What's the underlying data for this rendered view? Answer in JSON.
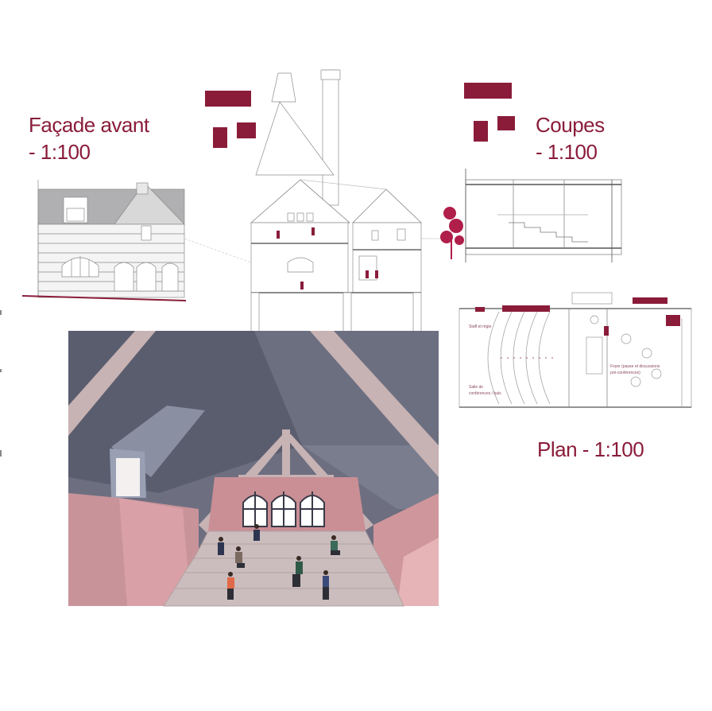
{
  "labels": {
    "facade": [
      "Façade avant",
      "- 1:100"
    ],
    "coupes": [
      "Coupes",
      "- 1:100"
    ],
    "plan": "Plan - 1:100"
  },
  "plan_notes": {
    "staff": "Staff et régie",
    "foyer": [
      "Foyer (pause et discussions",
      "pré-conférences)"
    ],
    "salle": [
      "Salle de",
      "conférences / bals"
    ]
  },
  "colors": {
    "accent": "#8a1c3a",
    "line": "#9a9a9a",
    "roof": "#5e6172",
    "wall": "#c98f95",
    "steps": "#c8b8b8"
  }
}
